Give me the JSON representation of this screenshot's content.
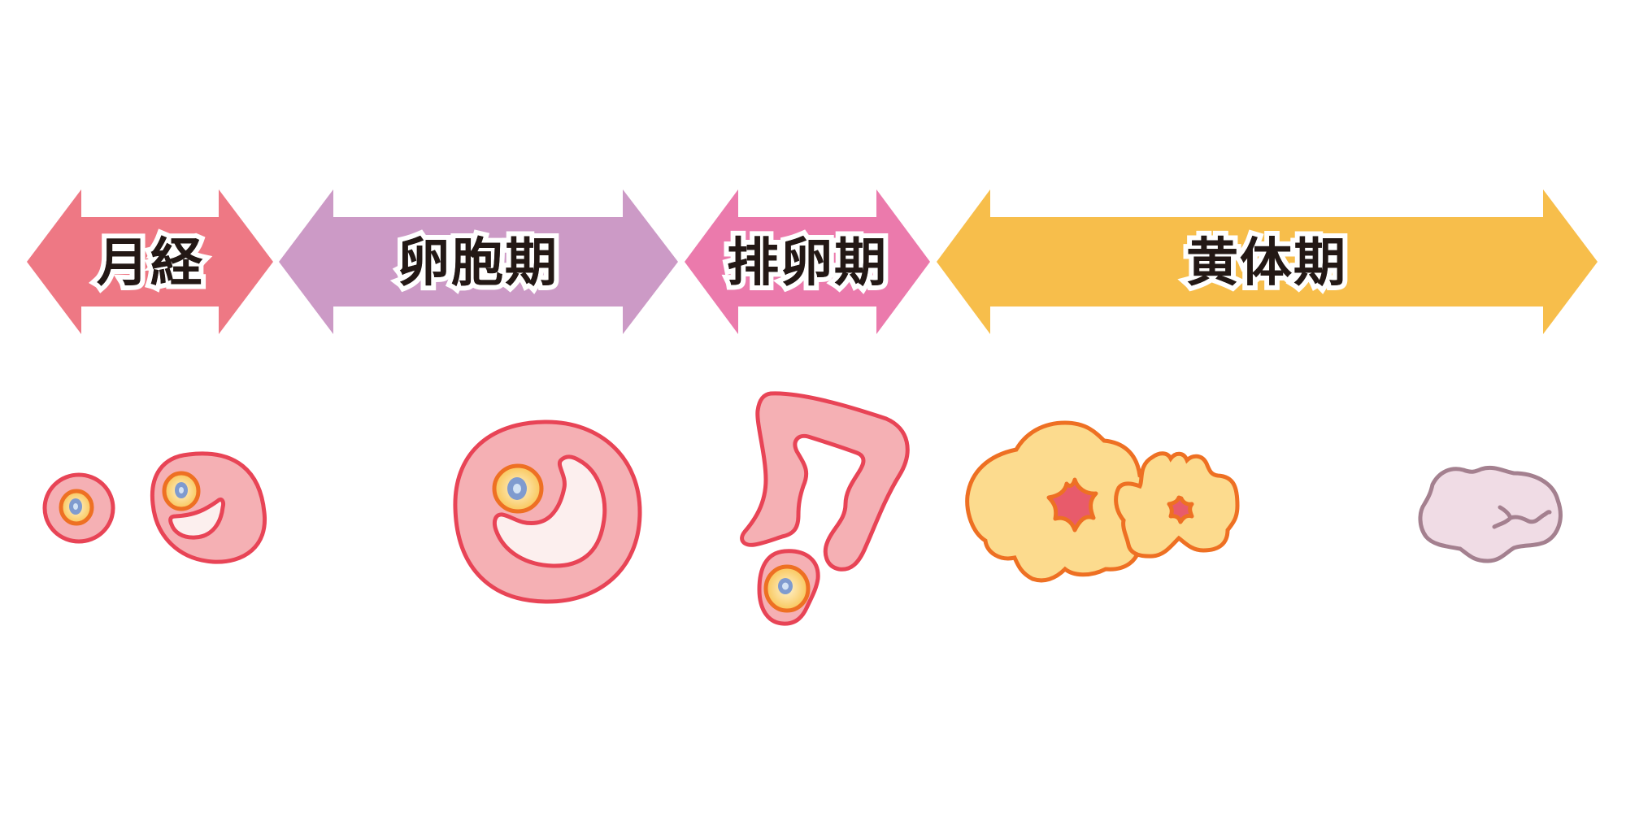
{
  "diagram": {
    "title": "Menstrual cycle phases and ovarian follicle stages",
    "phases": [
      {
        "id": "menstruation",
        "label": "月経",
        "color": "#ee7884"
      },
      {
        "id": "follicular",
        "label": "卵胞期",
        "color": "#cc9ac6"
      },
      {
        "id": "ovulation",
        "label": "排卵期",
        "color": "#eb7aac"
      },
      {
        "id": "luteal",
        "label": "黄体期",
        "color": "#f7be4b"
      }
    ],
    "stages": [
      {
        "id": "primordial-follicle",
        "phase": "menstruation"
      },
      {
        "id": "secondary-follicle",
        "phase": "follicular"
      },
      {
        "id": "mature-follicle",
        "phase": "follicular"
      },
      {
        "id": "ovulating-follicle-with-released-egg",
        "phase": "ovulation"
      },
      {
        "id": "corpus-luteum",
        "phase": "luteal"
      },
      {
        "id": "regressing-corpus-luteum",
        "phase": "luteal"
      },
      {
        "id": "corpus-albicans",
        "phase": "luteal"
      }
    ],
    "colors": {
      "follicle_fill": "#f5b0b4",
      "follicle_stroke": "#e84456",
      "antrum_fill": "#fcefee",
      "oocyte_fill": "#fcd98a",
      "oocyte_stroke": "#ee7023",
      "nucleus_fill": "#7f9bcf",
      "nucleolus_fill": "#d3e3f5",
      "luteum_fill": "#fcdb8e",
      "luteum_stroke": "#ee7023",
      "luteum_core": "#e85b6b",
      "albicans_fill": "#f0dce5",
      "albicans_stroke": "#a4808f",
      "label_text": "#231815",
      "label_outline": "#ffffff"
    }
  }
}
